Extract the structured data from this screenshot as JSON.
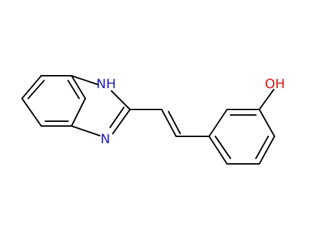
{
  "molecule": {
    "atoms": {
      "nh": {
        "text": "NH",
        "color": "#1f1fb4"
      },
      "n": {
        "text": "N",
        "color": "#1f1fb4"
      },
      "oh": {
        "text": "OH",
        "color": "#e01010"
      }
    }
  }
}
